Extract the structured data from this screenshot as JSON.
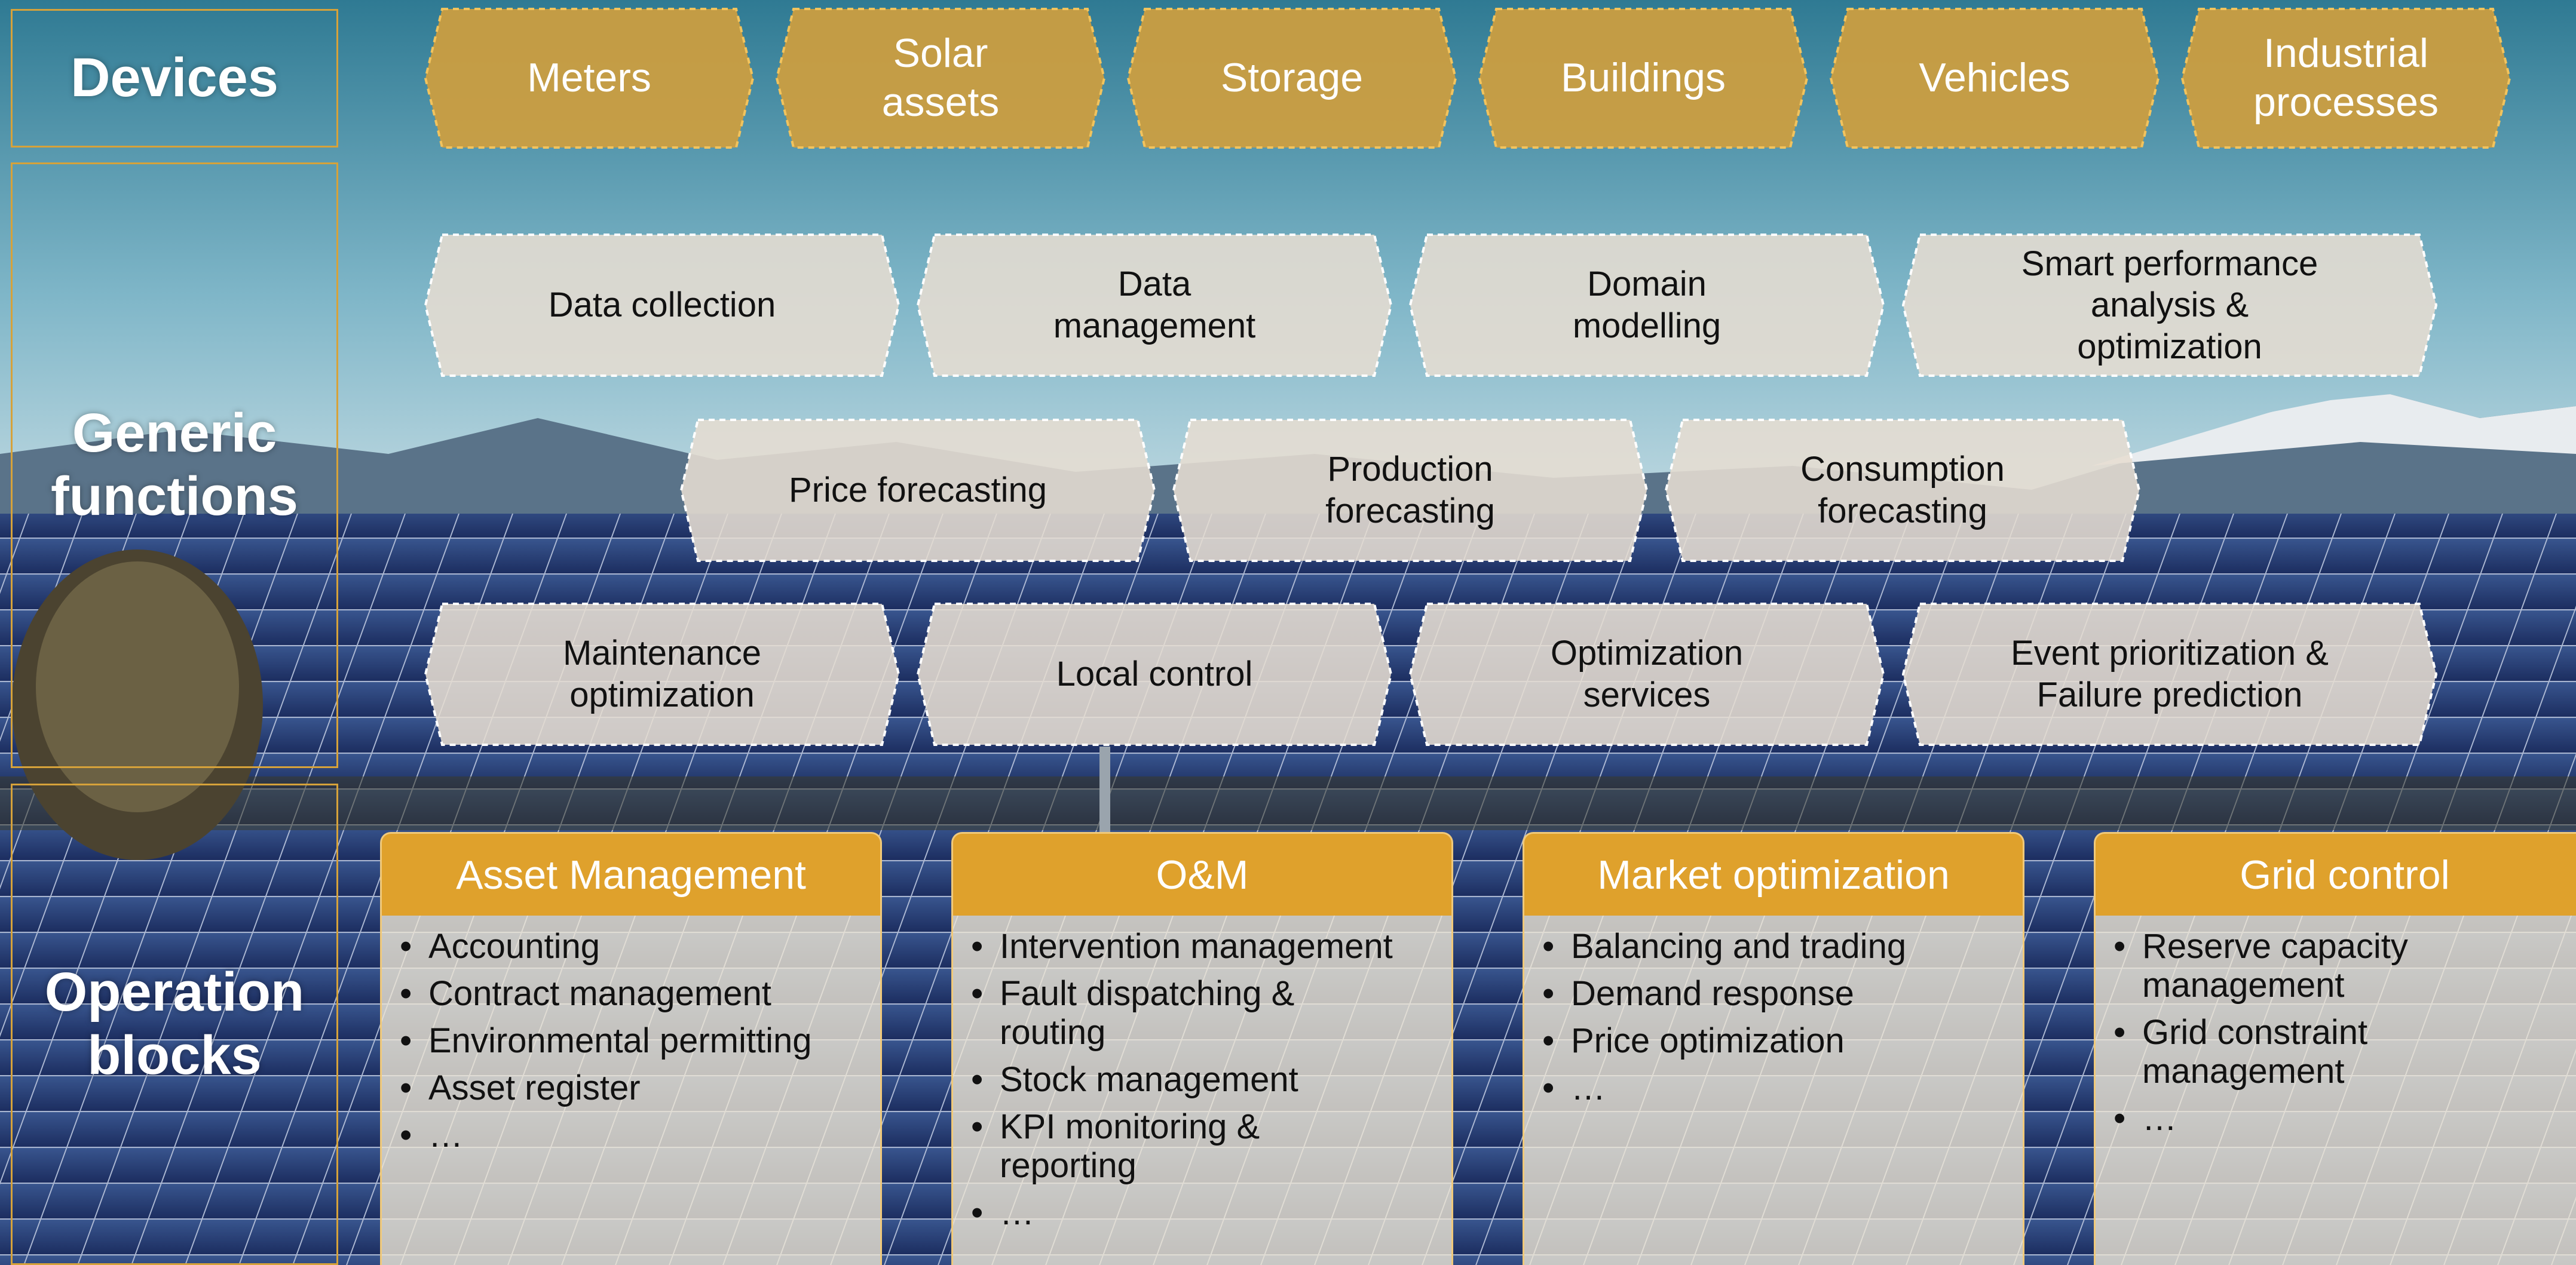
{
  "colors": {
    "accent_gold": "#dfa12c",
    "device_fill": "#cf9e3e",
    "function_fill": "#e6ddd2",
    "lane_border": "#d6a23a"
  },
  "lanes": {
    "devices": "Devices",
    "generic_functions": "Generic\nfunctions",
    "operation_blocks": "Operation\nblocks"
  },
  "devices": [
    {
      "label": "Meters"
    },
    {
      "label": "Solar\nassets"
    },
    {
      "label": "Storage"
    },
    {
      "label": "Buildings"
    },
    {
      "label": "Vehicles"
    },
    {
      "label": "Industrial\nprocesses"
    }
  ],
  "functions": {
    "row1": [
      {
        "label": "Data collection"
      },
      {
        "label": "Data\nmanagement"
      },
      {
        "label": "Domain\nmodelling"
      },
      {
        "label": "Smart performance\nanalysis &\noptimization"
      }
    ],
    "row2": [
      {
        "label": "Price forecasting"
      },
      {
        "label": "Production\nforecasting"
      },
      {
        "label": "Consumption\nforecasting"
      }
    ],
    "row3": [
      {
        "label": "Maintenance\noptimization"
      },
      {
        "label": "Local control"
      },
      {
        "label": "Optimization\nservices"
      },
      {
        "label": "Event prioritization &\nFailure prediction"
      }
    ]
  },
  "blocks": [
    {
      "title": "Asset Management",
      "items": [
        "Accounting",
        "Contract management",
        "Environmental permitting",
        "Asset register",
        "…"
      ]
    },
    {
      "title": "O&M",
      "items": [
        "Intervention management",
        "Fault dispatching &\nrouting",
        "Stock management",
        "KPI monitoring &\nreporting",
        "…"
      ]
    },
    {
      "title": "Market optimization",
      "items": [
        "Balancing and trading",
        "Demand response",
        "Price optimization",
        "…"
      ]
    },
    {
      "title": "Grid control",
      "items": [
        "Reserve capacity\nmanagement",
        "Grid constraint\nmanagement",
        "…"
      ]
    }
  ]
}
